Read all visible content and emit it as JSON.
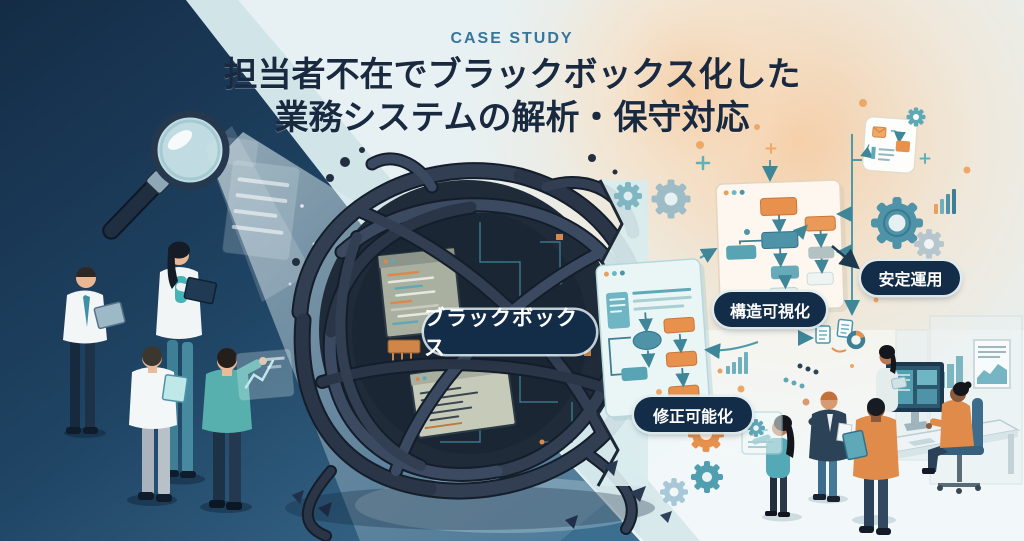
{
  "header": {
    "eyebrow": "CASE STUDY",
    "title_line1": "担当者不在でブラックボックス化した",
    "title_line2": "業務システムの解析・保守対応"
  },
  "stage_labels": {
    "blackbox": "ブラックボックス",
    "structure": "構造可視化",
    "fixable": "修正可能化",
    "stable": "安定運用"
  },
  "palette": {
    "eyebrow_text": "#37759B",
    "title_text": "#19293F",
    "pill_bg": "#132C47",
    "pill_text": "#FFFFFF",
    "navy_backdrop": "#1C3A57",
    "teal_accent": "#4F93A8",
    "orange_accent": "#E8914D",
    "light_bg": "#E7F1F3",
    "cable_color": "#323E52"
  },
  "icons": {
    "magnifier": "magnifying glass inspecting system",
    "cable_tangle": "black-box tangle of cables around circuit core",
    "gear": "process gear",
    "flowchart_window": "visualized system flowchart",
    "document": "specification document",
    "donut_chart": "analysis donut chart",
    "bar_chart": "growth bar chart",
    "monitor": "operations monitor",
    "whiteboard": "team whiteboard"
  }
}
